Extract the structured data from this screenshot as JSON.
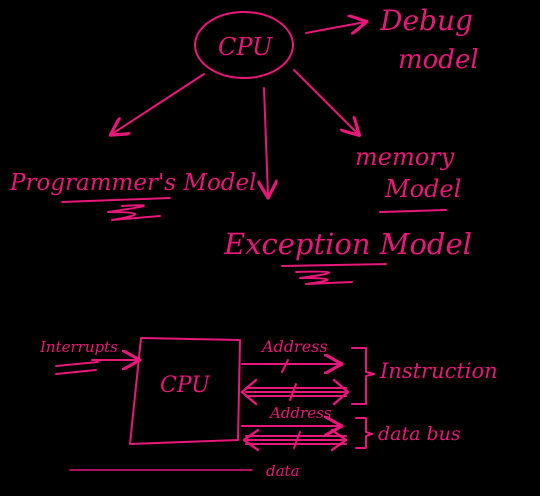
{
  "accent_color": "#e8177a",
  "background_color": "#000000",
  "top_diagram": {
    "center": "CPU",
    "debug": [
      "Debug",
      "model"
    ],
    "programmers": "Programmer's Model",
    "memory": [
      "memory",
      "Model"
    ],
    "exception": "Exception Model"
  },
  "bottom_diagram": {
    "cpu": "CPU",
    "interrupts": "Interrupts",
    "address_top": "Address",
    "address_bottom": "Address",
    "instruction": "Instruction",
    "data_bus": "data bus",
    "data": "data"
  }
}
